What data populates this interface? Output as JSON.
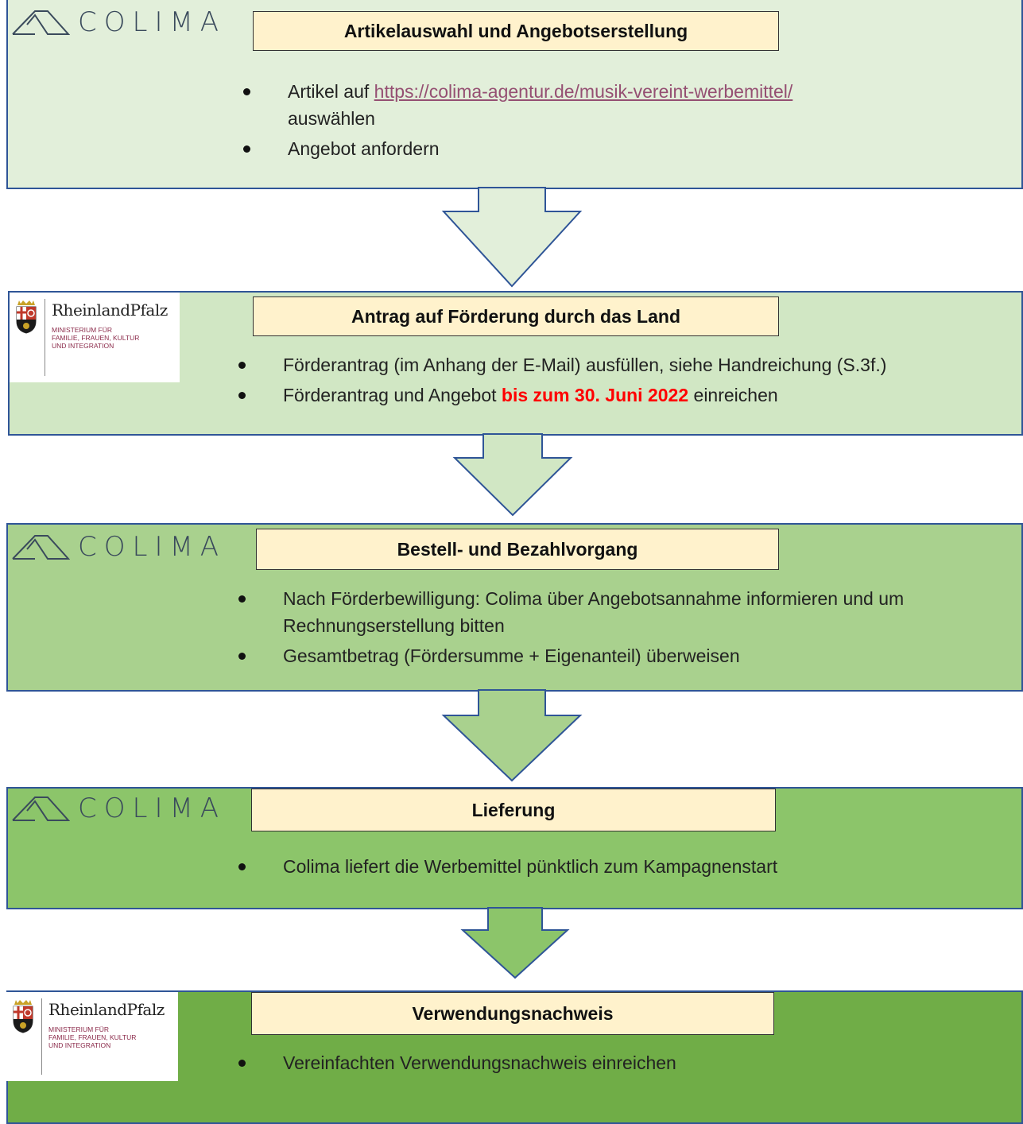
{
  "steps": [
    {
      "id": "artikelauswahl",
      "title": "Artikelauswahl und Angebotserstellung",
      "logo": "colima",
      "bullets": [
        {
          "prefix": "Artikel auf ",
          "link": "https://colima-agentur.de/musik-vereint-werbemittel/",
          "suffix": "auswählen"
        },
        {
          "text": "Angebot anfordern"
        }
      ]
    },
    {
      "id": "antrag",
      "title": "Antrag auf Förderung durch das Land",
      "logo": "rheinland-pfalz",
      "bullets": [
        {
          "text": "Förderantrag (im Anhang der E-Mail) ausfüllen, siehe Handreichung (S.3f.)"
        },
        {
          "prefix": "Förderantrag und Angebot ",
          "highlight": "bis zum 30. Juni 2022",
          "suffix": " einreichen"
        }
      ]
    },
    {
      "id": "bestellung",
      "title": "Bestell- und Bezahlvorgang",
      "logo": "colima",
      "bullets": [
        {
          "text": "Nach Förderbewilligung: Colima über Angebotsannahme informieren und um Rechnungserstellung bitten"
        },
        {
          "text": "Gesamtbetrag (Fördersumme + Eigenanteil) überweisen"
        }
      ]
    },
    {
      "id": "lieferung",
      "title": "Lieferung",
      "logo": "colima",
      "bullets": [
        {
          "text": "Colima liefert die Werbemittel pünktlich zum Kampagnenstart"
        }
      ]
    },
    {
      "id": "verwendungsnachweis",
      "title": "Verwendungsnachweis",
      "logo": "rheinland-pfalz",
      "bullets": [
        {
          "text": "Vereinfachten Verwendungsnachweis einreichen"
        }
      ]
    }
  ],
  "logos": {
    "colima": {
      "wordmark": "COLIMA",
      "icon": "mountain-outline-icon"
    },
    "rheinland_pfalz": {
      "name": "RheinlandPfalz",
      "subtitle": "MINISTERIUM FÜR\nFAMILIE, FRAUEN, KULTUR\nUND INTEGRATION",
      "icon": "coat-of-arms-icon"
    }
  },
  "colors": {
    "step_fills": [
      "#e2efda",
      "#d1e7c4",
      "#a9d18e",
      "#8cc56a",
      "#70ad47"
    ],
    "arrow_fills": [
      "#e2efda",
      "#d1e7c4",
      "#a9d18e",
      "#8cc56a"
    ],
    "border": "#2f5597",
    "title_fill": "#fff2cc",
    "link": "#954f72",
    "highlight": "#ff0000"
  }
}
